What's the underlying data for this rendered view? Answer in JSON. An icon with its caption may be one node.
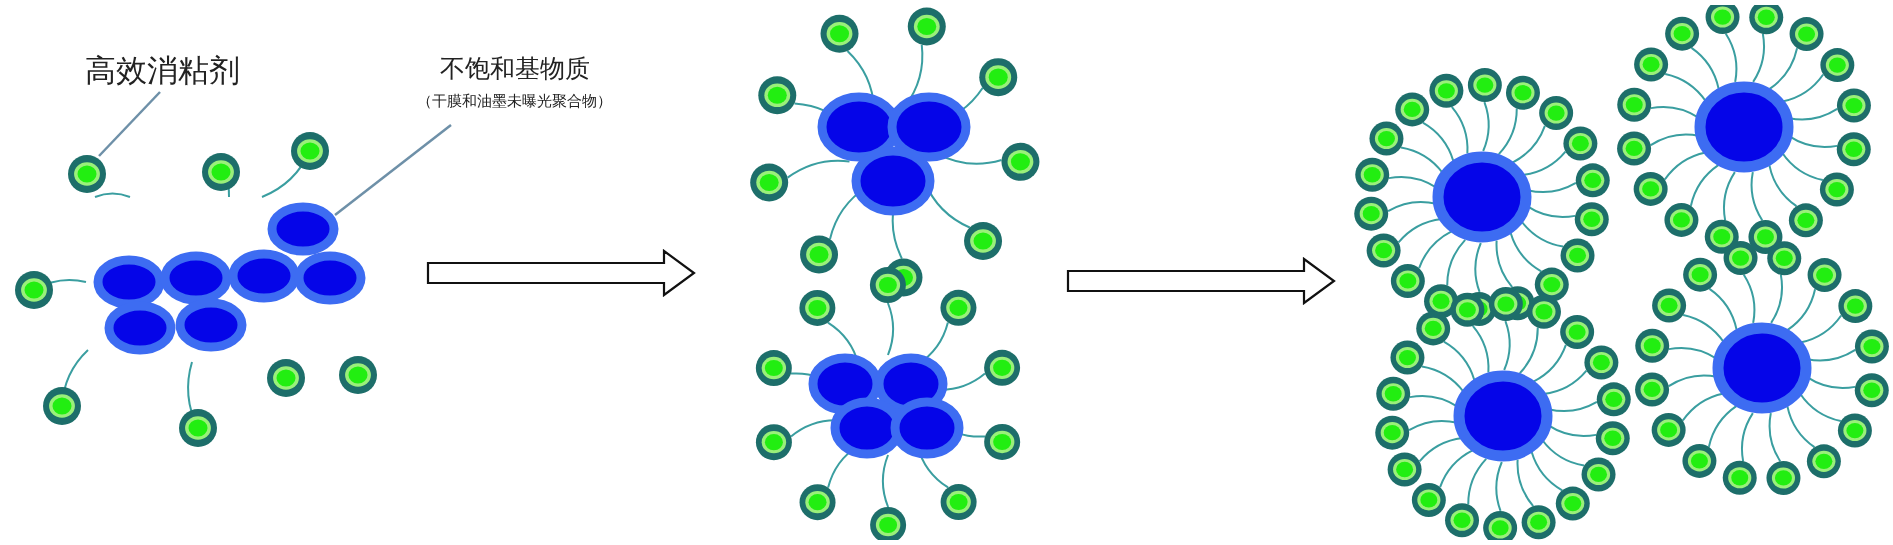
{
  "diagram": {
    "nodes": [
      {
        "text": [
          "高效消粘剂"
        ]
      },
      {
        "text": [
          "不饱和基物质",
          "（干膜和油墨未曝光聚合物）"
        ]
      },
      {
        "text": [],
        "shape": "picture"
      },
      {
        "text": [],
        "shape": "circle",
        "in": 2
      },
      {
        "text": [],
        "shape": "picture",
        "in": 2
      },
      {
        "text": [],
        "shape": "picture"
      },
      {
        "text": [],
        "shape": "picture"
      }
    ],
    "edges": [
      {
        "from": 0,
        "to": 3,
        "arrow": "none"
      },
      {
        "from": 1,
        "to": 4,
        "arrow": "none"
      },
      {
        "from": 2,
        "to": 5,
        "arrow": "to"
      },
      {
        "from": 5,
        "to": 6,
        "arrow": "to"
      }
    ]
  }
}
